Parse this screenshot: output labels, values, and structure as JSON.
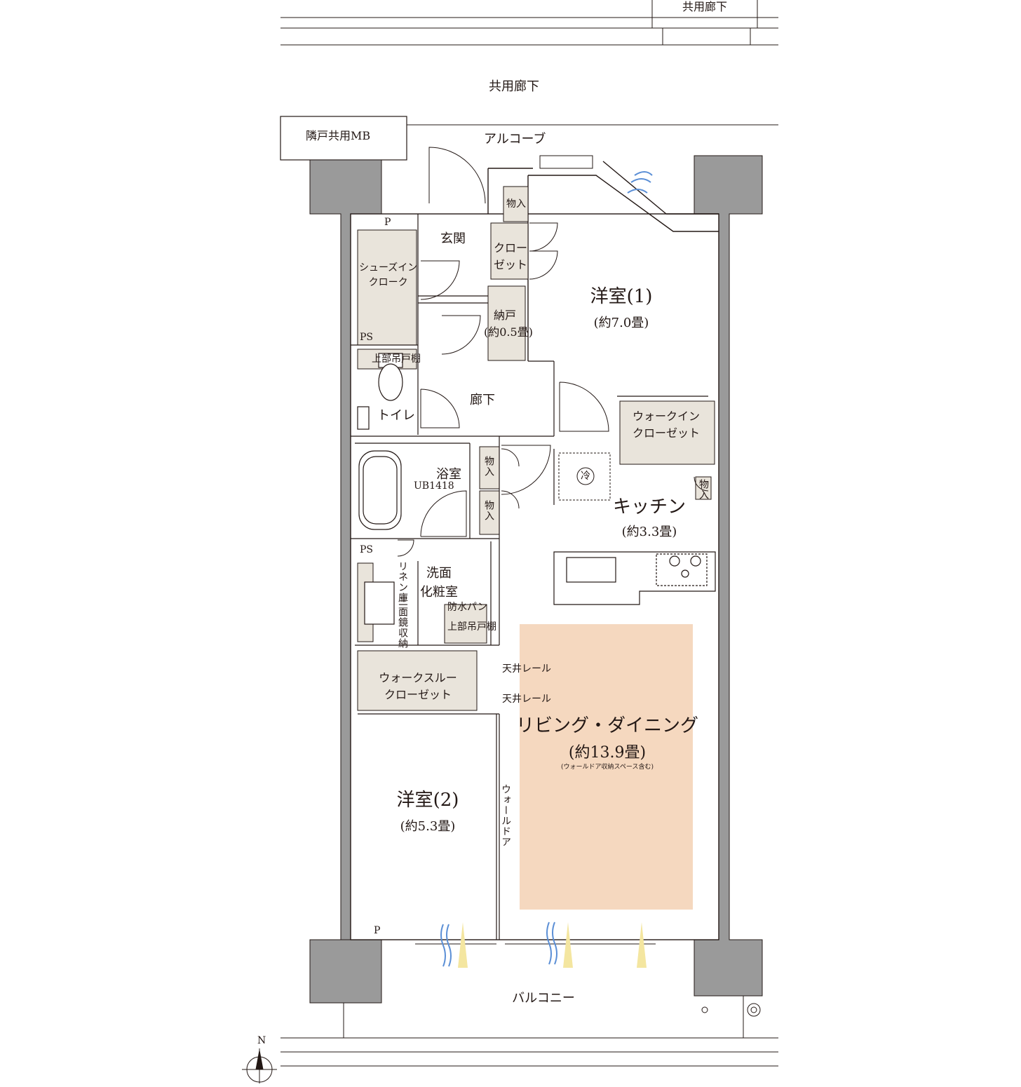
{
  "colors": {
    "wall": "#9a9a9a",
    "storage": "#e9e4db",
    "storage_dark": "#dcd6cb",
    "ldk_highlight": "#f5d8bf",
    "line": "#231815",
    "light_beam": "#f4e6a0",
    "wind": "#5b8fd6"
  },
  "icons": {
    "compass": "north-compass-icon",
    "wind": "ventilation-icon",
    "light": "sunlight-icon"
  },
  "labels": {
    "corridor_top": "共用廊下",
    "corridor": "共用廊下",
    "shared_mb": "隣戸共用MB",
    "alcove": "アルコーブ",
    "entrance": "玄関",
    "shoes_closet_l1": "シューズイン",
    "shoes_closet_l2": "クローク",
    "p_top": "P",
    "ps_1": "PS",
    "ps_2": "PS",
    "storage_top": "物入",
    "closet_l1": "クロー",
    "closet_l2": "ゼット",
    "nando": "納戸",
    "nando_area": "(約0.5畳)",
    "western1": "洋室(1)",
    "western1_area": "(約7.0畳)",
    "upper_shelf_toilet": "上部吊戸棚",
    "toilet": "トイレ",
    "hall": "廊下",
    "walkin_l1": "ウォークイン",
    "walkin_l2": "クローゼット",
    "bath": "浴室",
    "bath_spec": "UB1418",
    "storage_a": "物入",
    "storage_b": "物入",
    "fridge": "冷",
    "storage_kitchen": "物入",
    "kitchen": "キッチン",
    "kitchen_area": "(約3.3畳)",
    "linen": "リネン庫",
    "mirror": "三面鏡収納",
    "washroom_l1": "洗面",
    "washroom_l2": "化粧室",
    "wpan": "防水パン",
    "upper_shelf_wash": "上部吊戸棚",
    "rail1": "天井レール",
    "rail2": "天井レール",
    "walkthrough_l1": "ウォークスルー",
    "walkthrough_l2": "クローゼット",
    "ldk": "リビング・ダイニング",
    "ldk_area": "(約13.9畳)",
    "ldk_note": "(ウォールドア収納スペース含む)",
    "western2": "洋室(2)",
    "western2_area": "(約5.3畳)",
    "walldoor": "ウォールドア",
    "p_bottom": "P",
    "balcony": "バルコニー",
    "north": "N"
  }
}
